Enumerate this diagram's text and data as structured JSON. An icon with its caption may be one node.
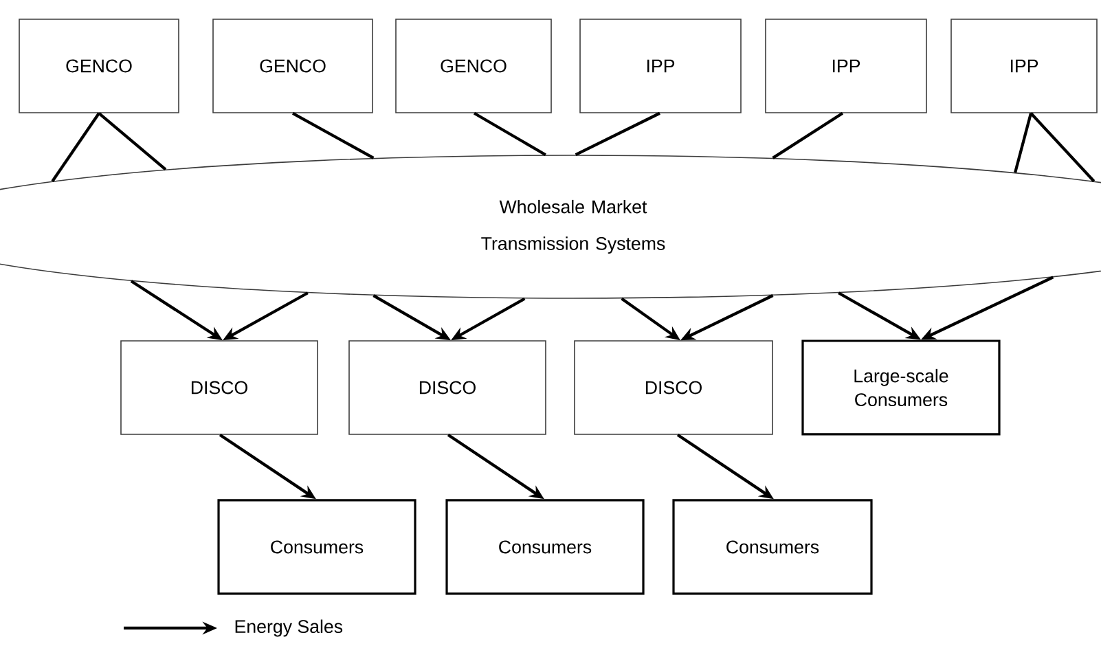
{
  "diagram": {
    "nodes": [
      {
        "text": [
          "GENCO"
        ]
      },
      {
        "text": [
          "GENCO"
        ]
      },
      {
        "text": [
          "GENCO"
        ]
      },
      {
        "text": [
          "IPP"
        ]
      },
      {
        "text": [
          "IPP"
        ]
      },
      {
        "text": [
          "IPP"
        ]
      },
      {
        "text": [
          "Wholesale Market",
          "Transmission Systems"
        ]
      },
      {
        "text": [
          "DISCO"
        ]
      },
      {
        "text": [
          "DISCO"
        ]
      },
      {
        "text": [
          "DISCO"
        ]
      },
      {
        "text": [
          "Large-scale Consumers"
        ]
      },
      {
        "text": [
          "Consumers"
        ]
      },
      {
        "text": [
          "Consumers"
        ]
      },
      {
        "text": [
          "Consumers"
        ]
      }
    ],
    "edges": [
      {
        "from": 0,
        "to": 6,
        "arrow": "none"
      },
      {
        "from": 0,
        "to": 6,
        "arrow": "none"
      },
      {
        "from": 1,
        "to": 6,
        "arrow": "none"
      },
      {
        "from": 2,
        "to": 6,
        "arrow": "none"
      },
      {
        "from": 3,
        "to": 6,
        "arrow": "none"
      },
      {
        "from": 4,
        "to": 6,
        "arrow": "none"
      },
      {
        "from": 5,
        "to": 6,
        "arrow": "none"
      },
      {
        "from": 5,
        "to": 6,
        "arrow": "none"
      },
      {
        "from": 6,
        "to": 7,
        "arrow": "to"
      },
      {
        "from": 6,
        "to": 7,
        "arrow": "to"
      },
      {
        "from": 6,
        "to": 8,
        "arrow": "to"
      },
      {
        "from": 6,
        "to": 8,
        "arrow": "to"
      },
      {
        "from": 6,
        "to": 9,
        "arrow": "to"
      },
      {
        "from": 6,
        "to": 9,
        "arrow": "to"
      },
      {
        "from": 6,
        "to": 10,
        "arrow": "to"
      },
      {
        "from": 6,
        "to": 10,
        "arrow": "to"
      },
      {
        "from": 7,
        "to": 11,
        "arrow": "to"
      },
      {
        "from": 8,
        "to": 12,
        "arrow": "to"
      },
      {
        "from": 9,
        "to": 13,
        "arrow": "to"
      }
    ],
    "legend": [
      {
        "text": "Energy Sales"
      }
    ]
  }
}
